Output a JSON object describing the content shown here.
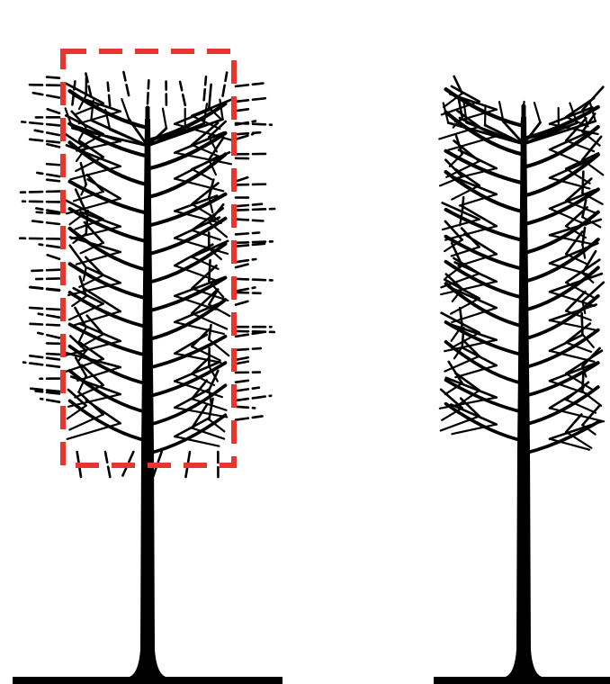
{
  "diagram": {
    "before": {
      "cut_guide_color": "#e8352d",
      "cut_guide_style": "dashed",
      "branch_tips": "cut-lines-extend-beyond-guide"
    },
    "after": {
      "branch_tips": "trimmed-to-guide"
    },
    "tree_color": "#000000",
    "background": "#ffffff"
  }
}
